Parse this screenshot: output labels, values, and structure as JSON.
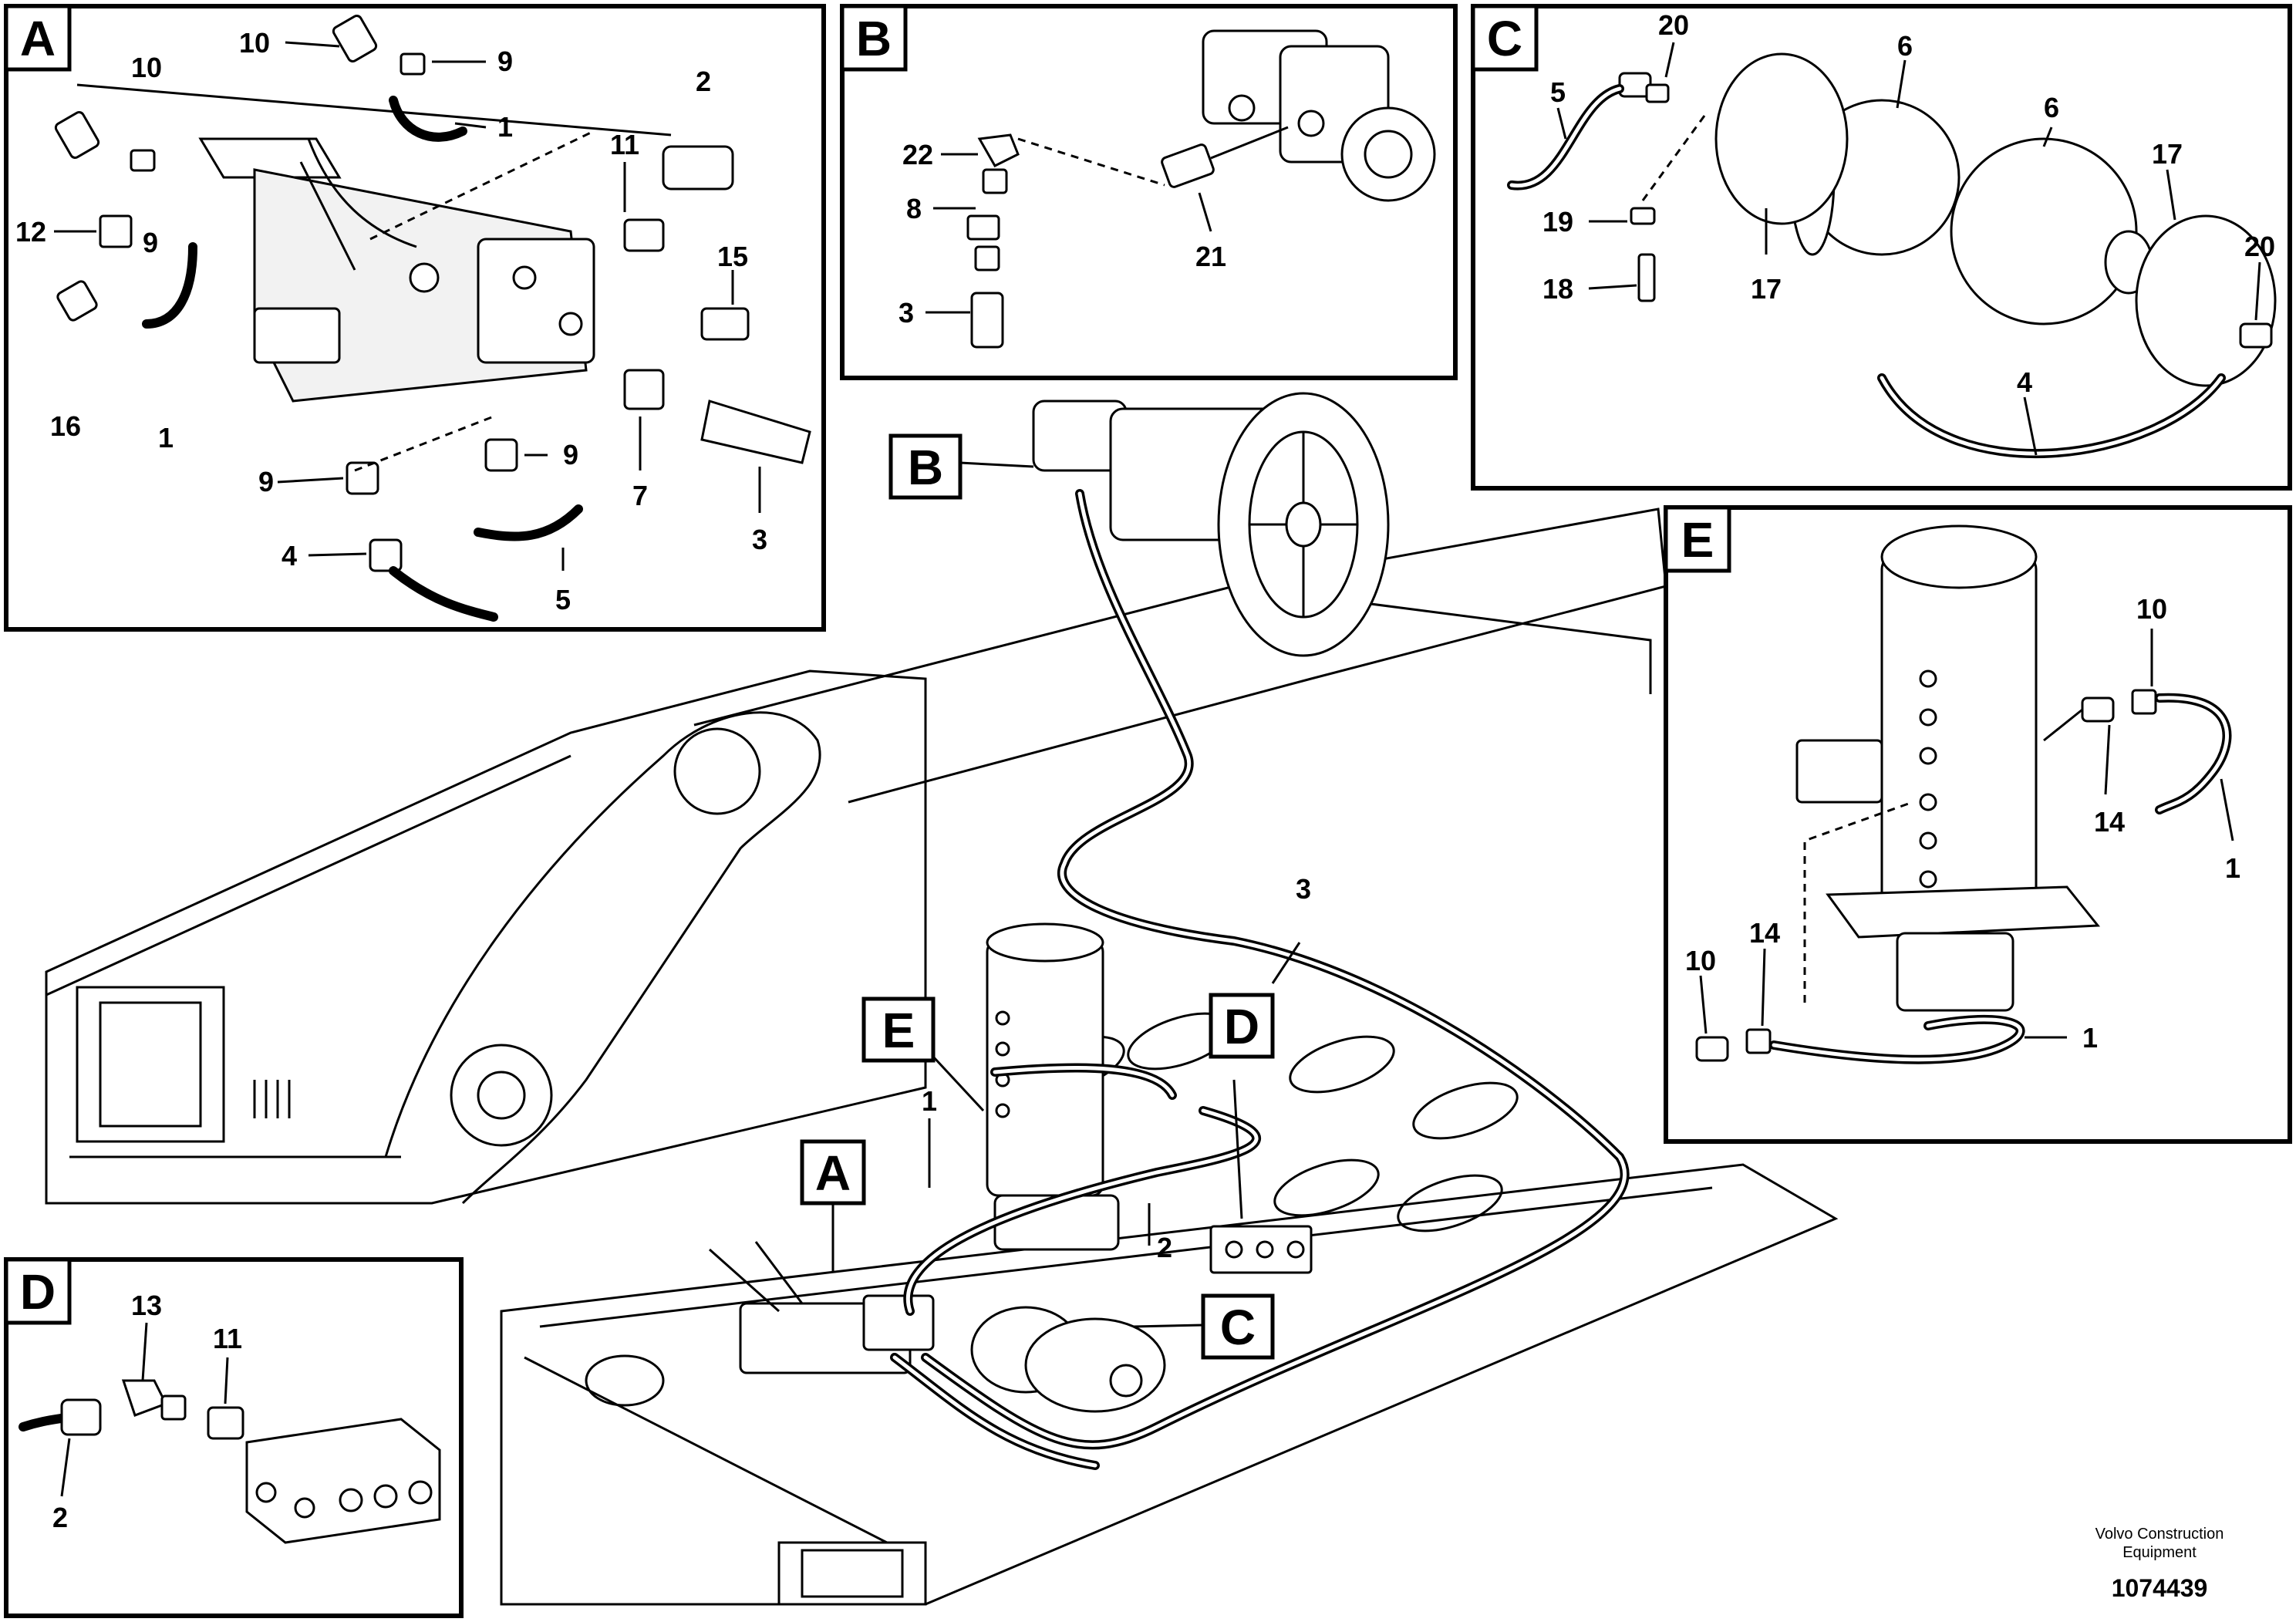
{
  "panels": {
    "A": {
      "tag": "A",
      "labels": {
        "n10a": "10",
        "n9a": "9",
        "n1a": "1",
        "n10b": "10",
        "n2": "2",
        "n11": "11",
        "n12": "12",
        "n9b": "9",
        "n15": "15",
        "n16": "16",
        "n1b": "1",
        "n9c": "9",
        "n9d": "9",
        "n7": "7",
        "n4": "4",
        "n3": "3",
        "n5": "5"
      }
    },
    "B": {
      "tag": "B",
      "labels": {
        "n22": "22",
        "n8": "8",
        "n21": "21",
        "n3": "3"
      }
    },
    "C": {
      "tag": "C",
      "labels": {
        "n20a": "20",
        "n6a": "6",
        "n5": "5",
        "n6b": "6",
        "n17a": "17",
        "n19": "19",
        "n18": "18",
        "n17b": "17",
        "n20b": "20",
        "n4": "4"
      }
    },
    "D": {
      "tag": "D",
      "labels": {
        "n13": "13",
        "n11": "11",
        "n2": "2"
      }
    },
    "E": {
      "tag": "E",
      "labels": {
        "n10a": "10",
        "n14a": "14",
        "n1a": "1",
        "n10b": "10",
        "n14b": "14",
        "n1b": "1"
      }
    }
  },
  "main": {
    "callouts": {
      "B": "B",
      "E": "E",
      "D": "D",
      "A": "A",
      "C": "C"
    },
    "labels": {
      "n3": "3",
      "n1": "1",
      "n2": "2"
    }
  },
  "footer": {
    "company_line1": "Volvo Construction",
    "company_line2": "Equipment",
    "doc_number": "1074439"
  }
}
